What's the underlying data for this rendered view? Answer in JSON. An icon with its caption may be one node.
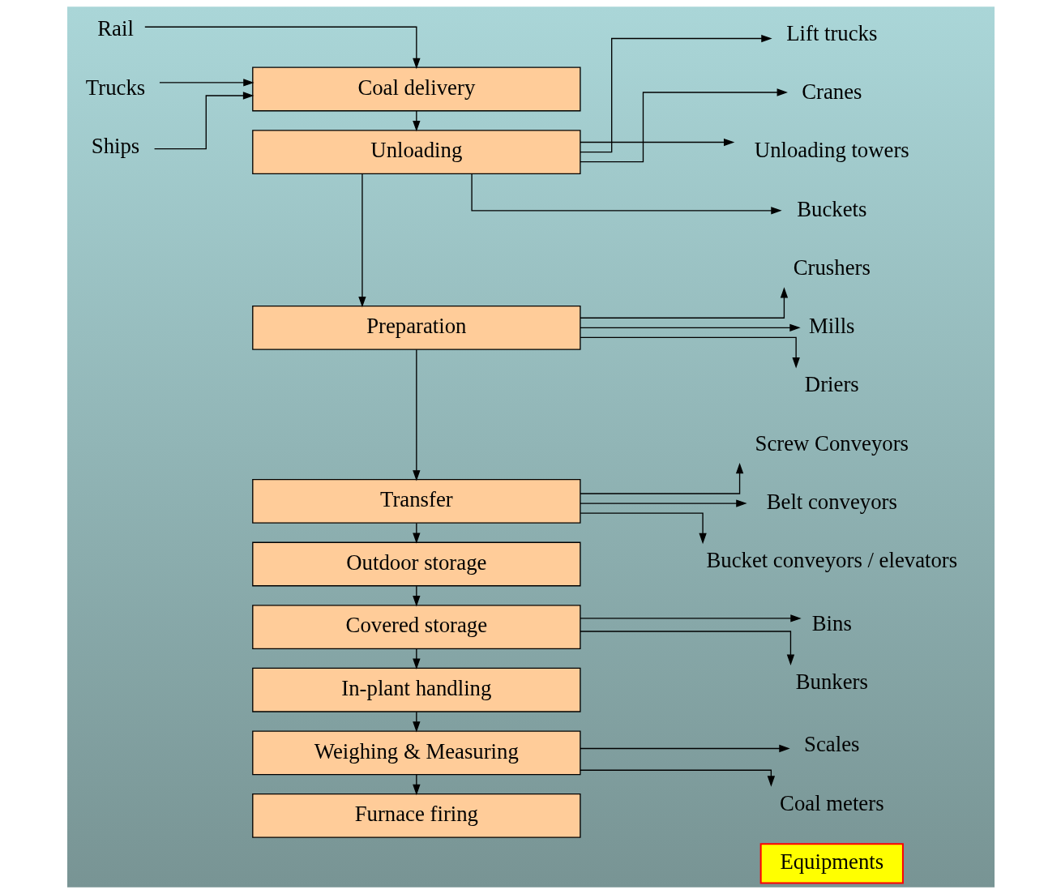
{
  "diagram": {
    "nodes": [
      {
        "text": [
          "Equipments"
        ]
      },
      {
        "text": [
          "Rail"
        ]
      },
      {
        "text": [
          "Trucks"
        ]
      },
      {
        "text": [
          "Ships"
        ]
      },
      {
        "text": [
          "Coal delivery"
        ]
      },
      {
        "text": [
          "Unloading"
        ]
      },
      {
        "text": [
          "Preparation"
        ]
      },
      {
        "text": [
          "Transfer"
        ]
      },
      {
        "text": [
          "Outdoor storage"
        ]
      },
      {
        "text": [
          "Covered storage"
        ]
      },
      {
        "text": [
          "In-plant handling"
        ]
      },
      {
        "text": [
          "Weighing & Measuring"
        ]
      },
      {
        "text": [
          "Furnace firing"
        ]
      },
      {
        "text": [
          "Lift trucks"
        ]
      },
      {
        "text": [
          "Cranes"
        ]
      },
      {
        "text": [
          "Unloading towers"
        ]
      },
      {
        "text": [
          "Buckets"
        ]
      },
      {
        "text": [
          "Crushers"
        ]
      },
      {
        "text": [
          "Mills"
        ]
      },
      {
        "text": [
          "Driers"
        ]
      },
      {
        "text": [
          "Screw Conveyors"
        ]
      },
      {
        "text": [
          "Belt conveyors"
        ]
      },
      {
        "text": [
          "Bucket conveyors / elevators"
        ]
      },
      {
        "text": [
          "Bins"
        ]
      },
      {
        "text": [
          "Bunkers"
        ]
      },
      {
        "text": [
          "Scales"
        ]
      },
      {
        "text": [
          "Coal meters"
        ]
      }
    ],
    "edges": [
      {
        "from": 1,
        "to": 4,
        "arrow": "to"
      },
      {
        "from": 2,
        "to": 4,
        "arrow": "to"
      },
      {
        "from": 3,
        "to": 4,
        "arrow": "to"
      },
      {
        "from": 4,
        "to": 5,
        "arrow": "to"
      },
      {
        "from": 5,
        "to": 6,
        "arrow": "to"
      },
      {
        "from": 6,
        "to": 7,
        "arrow": "to"
      },
      {
        "from": 7,
        "to": 8,
        "arrow": "to"
      },
      {
        "from": 8,
        "to": 9,
        "arrow": "to"
      },
      {
        "from": 9,
        "to": 10,
        "arrow": "to"
      },
      {
        "from": 10,
        "to": 11,
        "arrow": "to"
      },
      {
        "from": 11,
        "to": 12,
        "arrow": "to"
      },
      {
        "from": 5,
        "to": 13,
        "arrow": "to"
      },
      {
        "from": 5,
        "to": 14,
        "arrow": "to"
      },
      {
        "from": 5,
        "to": 15,
        "arrow": "to"
      },
      {
        "from": 5,
        "to": 16,
        "arrow": "to"
      },
      {
        "from": 6,
        "to": 17,
        "arrow": "to"
      },
      {
        "from": 6,
        "to": 18,
        "arrow": "to"
      },
      {
        "from": 6,
        "to": 19,
        "arrow": "to"
      },
      {
        "from": 7,
        "to": 20,
        "arrow": "to"
      },
      {
        "from": 7,
        "to": 21,
        "arrow": "to"
      },
      {
        "from": 7,
        "to": 22,
        "arrow": "to"
      },
      {
        "from": 9,
        "to": 23,
        "arrow": "to"
      },
      {
        "from": 9,
        "to": 24,
        "arrow": "to"
      },
      {
        "from": 11,
        "to": 25,
        "arrow": "to"
      },
      {
        "from": 11,
        "to": 26,
        "arrow": "to"
      }
    ]
  }
}
